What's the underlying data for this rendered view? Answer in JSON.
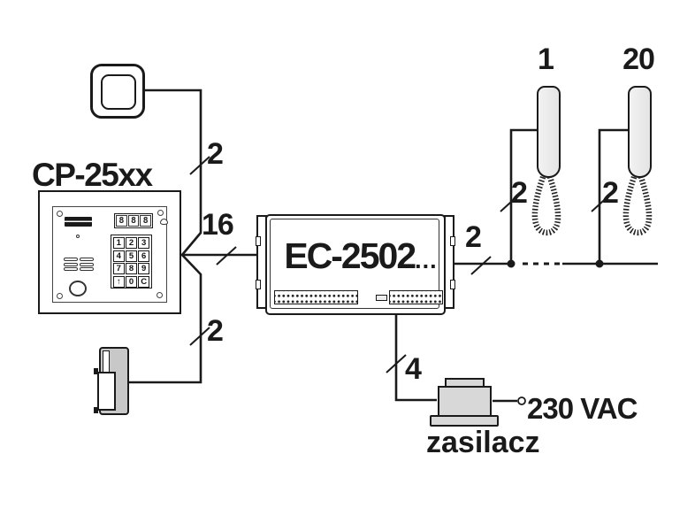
{
  "title": "CP-25xx",
  "unit": {
    "name": "EC-2502",
    "suffix": "..."
  },
  "handsets": {
    "first": "1",
    "last": "20"
  },
  "wire_counts": {
    "doorbell": "2",
    "panel_bus": "16",
    "door_strike": "2",
    "power": "4",
    "handset_bus": "2",
    "handset_first": "2",
    "handset_last": "2"
  },
  "power_supply": {
    "label": "zasilacz",
    "mains": "230 VAC"
  },
  "panel": {
    "display_digits": [
      "8",
      "8",
      "8"
    ],
    "keypad_keys": [
      "1",
      "2",
      "3",
      "4",
      "5",
      "6",
      "7",
      "8",
      "9",
      "↑",
      "0",
      "C"
    ]
  },
  "icons": {
    "doorbell_button": "rounded-square-button",
    "handset": "intercom-handset-with-coiled-cord",
    "key_button": "key-icon",
    "bell": "bell-icon",
    "mains_terminal": "open-circle-terminal"
  },
  "colors": {
    "ink": "#1a1a1a",
    "handset_fill": "#e9e9e9",
    "power_supply_fill": "#d8d8d8",
    "door_strike_fill": "#c8c8c8",
    "background": "#ffffff"
  }
}
